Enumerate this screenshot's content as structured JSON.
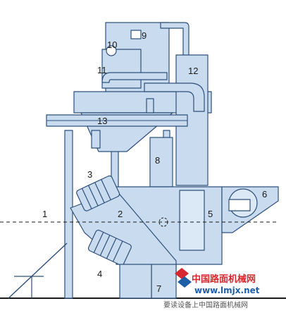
{
  "labels": {
    "l1": "1",
    "l2": "2",
    "l3": "3",
    "l4": "4",
    "l5": "5",
    "l6": "6",
    "l7": "7",
    "l8": "8",
    "l9": "9",
    "l10": "10",
    "l11": "11",
    "l12": "12",
    "l13": "13"
  },
  "watermark": {
    "line1": "中国路面机械网",
    "line2": "www.lmjx.net",
    "caption": "要读设备上中国路面机械网"
  },
  "colors": {
    "fill": "#c9dcef",
    "stroke": "#2e4f7a",
    "accent_red": "#d7282f",
    "accent_blue": "#1f5fa8"
  }
}
